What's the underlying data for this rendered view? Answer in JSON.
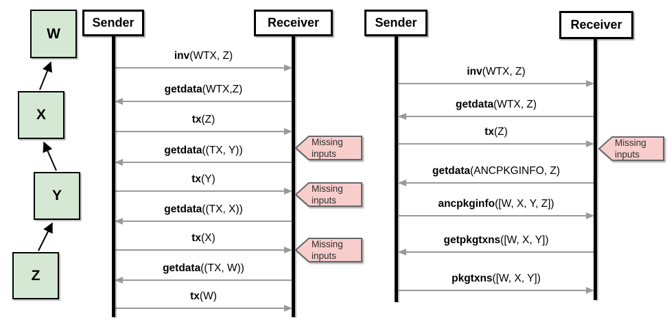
{
  "colors": {
    "box_fill": "#d5e8d4",
    "box_border": "#000000",
    "arrow": "#999999",
    "callout_fill": "#f8cecc",
    "callout_border": "#666666",
    "text": "#000000"
  },
  "tx_chain": {
    "nodes": [
      {
        "label": "W"
      },
      {
        "label": "X"
      },
      {
        "label": "Y"
      },
      {
        "label": "Z"
      }
    ]
  },
  "left_diagram": {
    "sender_label": "Sender",
    "receiver_label": "Receiver",
    "messages": [
      {
        "fn": "inv",
        "args": "(WTX, Z)",
        "direction": "right"
      },
      {
        "fn": "getdata",
        "args": "(WTX,Z)",
        "direction": "left"
      },
      {
        "fn": "tx",
        "args": "(Z)",
        "direction": "right"
      },
      {
        "fn": "getdata",
        "args": "((TX, Y))",
        "direction": "left"
      },
      {
        "fn": "tx",
        "args": "(Y)",
        "direction": "right"
      },
      {
        "fn": "getdata",
        "args": "((TX, X))",
        "direction": "left"
      },
      {
        "fn": "tx",
        "args": "(X)",
        "direction": "right"
      },
      {
        "fn": "getdata",
        "args": "((TX, W))",
        "direction": "left"
      },
      {
        "fn": "tx",
        "args": "(W)",
        "direction": "right"
      }
    ],
    "callouts": [
      {
        "line1": "Missing",
        "line2": "inputs"
      },
      {
        "line1": "Missing",
        "line2": "inputs"
      },
      {
        "line1": "Missing",
        "line2": "inputs"
      }
    ]
  },
  "right_diagram": {
    "sender_label": "Sender",
    "receiver_label": "Receiver",
    "messages": [
      {
        "fn": "inv",
        "args": "(WTX, Z)",
        "direction": "right"
      },
      {
        "fn": "getdata",
        "args": "(WTX, Z)",
        "direction": "left"
      },
      {
        "fn": "tx",
        "args": "(Z)",
        "direction": "right"
      },
      {
        "fn": "getdata",
        "args": "(ANCPKGINFO, Z)",
        "direction": "left"
      },
      {
        "fn": "ancpkginfo",
        "args": "([W, X, Y, Z])",
        "direction": "right"
      },
      {
        "fn": "getpkgtxns",
        "args": "([W, X, Y])",
        "direction": "left"
      },
      {
        "fn": "pkgtxns",
        "args": "([W, X, Y])",
        "direction": "right"
      }
    ],
    "callouts": [
      {
        "line1": "Missing",
        "line2": "inputs"
      }
    ]
  }
}
